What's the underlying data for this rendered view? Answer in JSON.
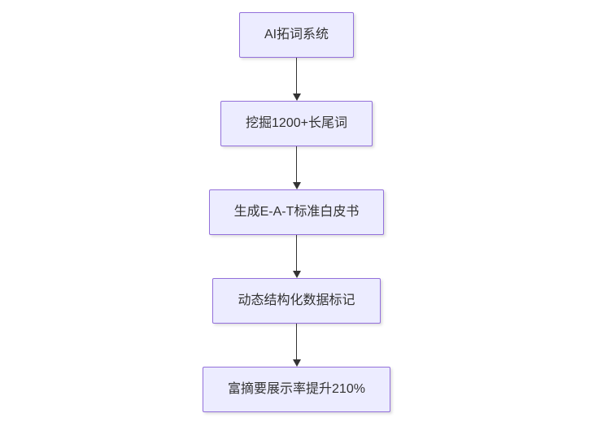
{
  "diagram": {
    "type": "flowchart",
    "direction": "top-down",
    "nodes": [
      {
        "label": "AI拓词系统"
      },
      {
        "label": "挖掘1200+长尾词"
      },
      {
        "label": "生成E-A-T标准白皮书"
      },
      {
        "label": "动态结构化数据标记"
      },
      {
        "label": "富摘要展示率提升210%"
      }
    ],
    "edges": [
      {
        "from": 0,
        "to": 1
      },
      {
        "from": 1,
        "to": 2
      },
      {
        "from": 2,
        "to": 3
      },
      {
        "from": 3,
        "to": 4
      }
    ],
    "colors": {
      "background": "#ffffff",
      "node_fill": "#ECECFF",
      "node_border": "#9370DB",
      "text": "#333333",
      "arrow": "#333333"
    }
  }
}
